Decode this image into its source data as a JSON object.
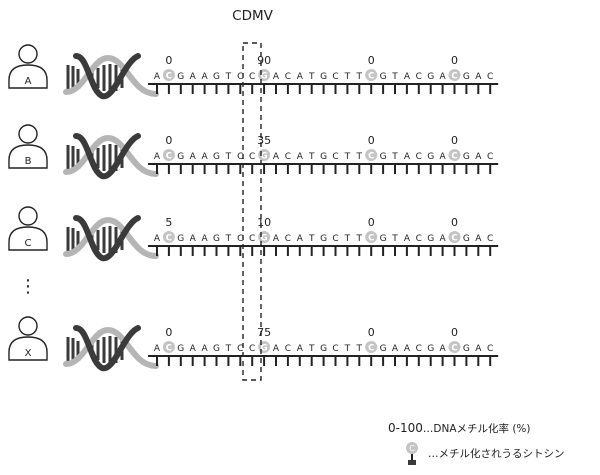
{
  "title": "CDMV",
  "colors": {
    "helix_dark": "#3a3a3a",
    "helix_light": "#b5b5b5",
    "cytosine_fill": "#c4c4c4",
    "cytosine_text": "#ffffff",
    "text": "#222222"
  },
  "icons": [
    "person-icon",
    "dna-helix-icon",
    "methylated-cytosine-icon"
  ],
  "rows": [
    {
      "person": "A",
      "sequence": "ACGAAGTCCGACATGCTTCGTACGACGAC",
      "cytosine_positions": [
        1,
        9,
        18,
        25
      ],
      "methylation_rates": [
        "0",
        "90",
        "0",
        "0"
      ]
    },
    {
      "person": "B",
      "sequence": "ACGAAGTCCGACATGCTTCGTACGACGAC",
      "cytosine_positions": [
        1,
        9,
        18,
        25
      ],
      "methylation_rates": [
        "0",
        "35",
        "0",
        "0"
      ]
    },
    {
      "person": "C",
      "sequence": "ACGAAGTCCGACATGCTTCGTACGACGAC",
      "cytosine_positions": [
        1,
        9,
        18,
        25
      ],
      "methylation_rates": [
        "5",
        "10",
        "0",
        "0"
      ]
    },
    {
      "person": "X",
      "sequence": "ACGAAGTCCGACATGCTTCGAACGACGAC",
      "cytosine_positions": [
        1,
        9,
        18,
        25
      ],
      "methylation_rates": [
        "0",
        "75",
        "0",
        "0"
      ]
    }
  ],
  "ellipsis": "⋮",
  "legend": {
    "range": "0-100",
    "rate_text": "…DNAメチル化率 (%)",
    "site_text": "…メチル化されうるシトシン"
  }
}
